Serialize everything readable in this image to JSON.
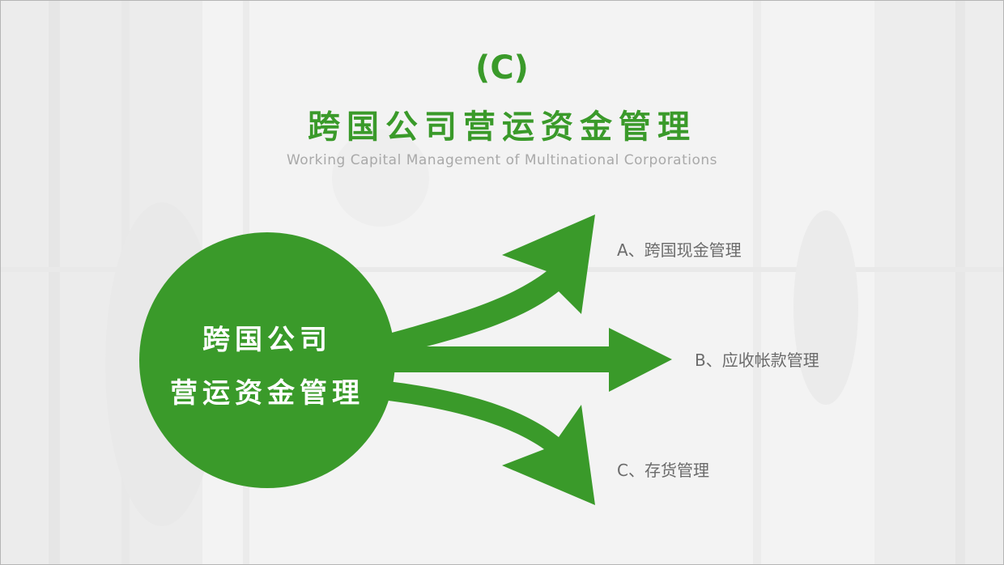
{
  "slide": {
    "label": "(C)",
    "title_cn": "跨国公司营运资金管理",
    "title_en": "Working Capital Management of Multinational Corporations"
  },
  "diagram": {
    "center_line1": "跨国公司",
    "center_line2": "营运资金管理",
    "branches": [
      {
        "label": "A、跨国现金管理"
      },
      {
        "label": "B、应收帐款管理"
      },
      {
        "label": "C、存货管理"
      }
    ]
  },
  "colors": {
    "accent": "#3a9a2a",
    "subtitle": "#a9a9a9",
    "branch_text": "#6b6b6b"
  }
}
